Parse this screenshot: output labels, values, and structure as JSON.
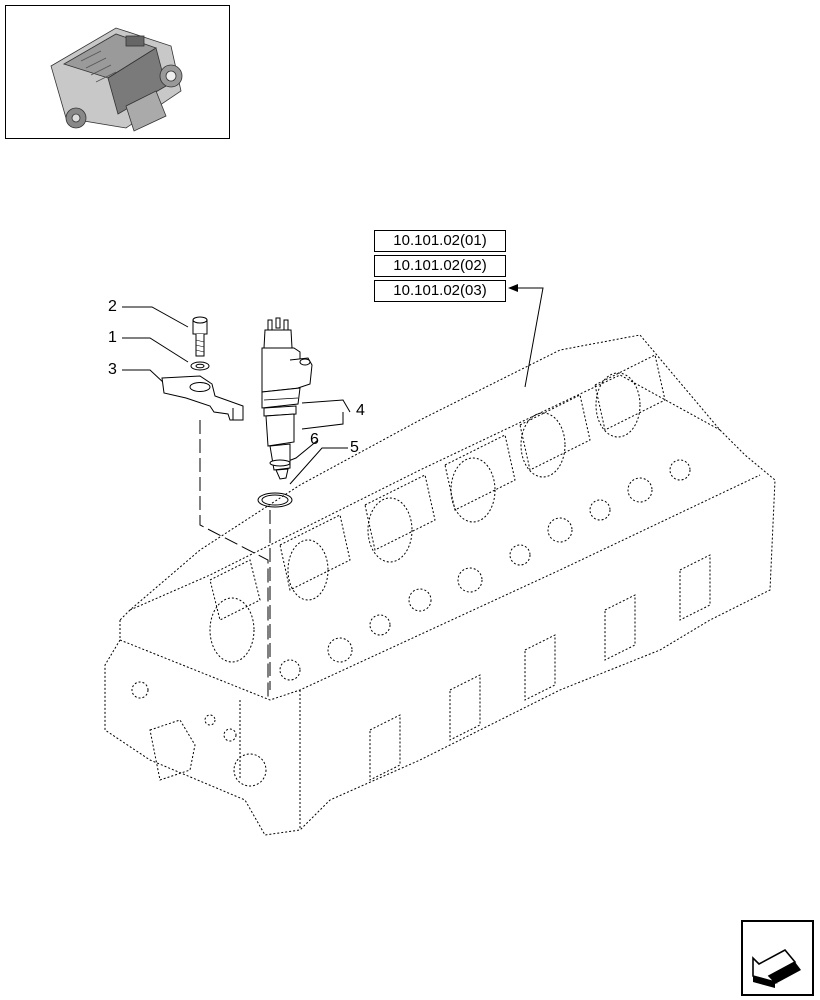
{
  "references": [
    {
      "label": "10.101.02(01)"
    },
    {
      "label": "10.101.02(02)"
    },
    {
      "label": "10.101.02(03)"
    }
  ],
  "callouts": {
    "c1": "1",
    "c2": "2",
    "c3": "3",
    "c4": "4",
    "c5": "5",
    "c6": "6"
  },
  "icons": {
    "thumbnail": "engine-thumbnail-icon",
    "navigation": "back-arrow-icon"
  }
}
